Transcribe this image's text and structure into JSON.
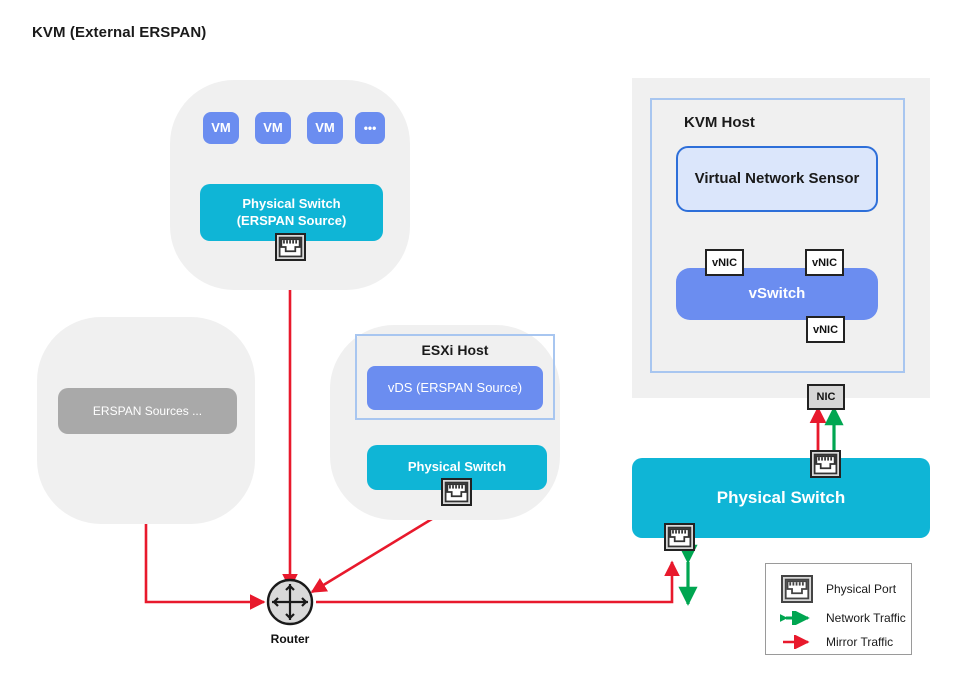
{
  "title": "KVM (External ERSPAN)",
  "colors": {
    "mirror_traffic": "#e8192c",
    "network_traffic": "#00a651",
    "cyan": "#0fb5d6",
    "blue": "#6b8df0",
    "sensor_border": "#2e6fd9",
    "sensor_fill": "#dbe6fb",
    "group_grey": "#f0f0f0",
    "grey_node": "#a9a9a9",
    "host_border": "#a8c6f0"
  },
  "kvm_group": {
    "vms": [
      {
        "label": "VM"
      },
      {
        "label": "VM"
      },
      {
        "label": "VM"
      },
      {
        "label": "•••"
      }
    ],
    "switch": {
      "line1": "Physical Switch",
      "line2": "(ERSPAN Source)"
    },
    "port_icon": "physical-port-icon"
  },
  "erspan_group": {
    "label": "ERSPAN Sources ..."
  },
  "esxi_group": {
    "host_label": "ESXi Host",
    "vds_label": "vDS (ERSPAN Source)",
    "switch_label": "Physical Switch",
    "port_icon": "physical-port-icon"
  },
  "kvm_host": {
    "host_label": "KVM Host",
    "sensor_label": "Virtual Network Sensor",
    "vswitch_label": "vSwitch",
    "vnic_left": "vNIC",
    "vnic_right": "vNIC",
    "vnic_bottom": "vNIC",
    "nic_label": "NIC"
  },
  "bottom_switch": {
    "label": "Physical Switch",
    "port_top_icon": "physical-port-icon",
    "port_left_icon": "physical-port-icon"
  },
  "router": {
    "label": "Router",
    "icon": "router-icon"
  },
  "legend": {
    "items": [
      {
        "label": "Physical Port",
        "icon": "physical-port-icon"
      },
      {
        "label": "Network Traffic",
        "icon": "double-arrow-green-icon"
      },
      {
        "label": "Mirror Traffic",
        "icon": "single-arrow-red-icon"
      }
    ]
  }
}
